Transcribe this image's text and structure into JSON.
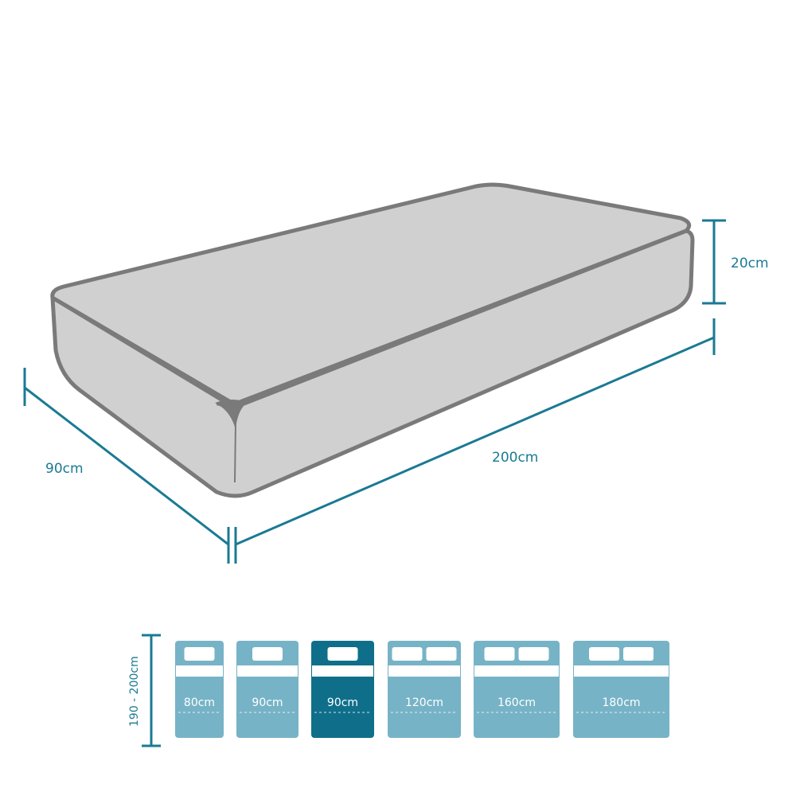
{
  "dimensions": {
    "height_label": "20cm",
    "length_label": "200cm",
    "width_label": "90cm"
  },
  "size_guide": {
    "length_range_label": "190 - 200cm",
    "sizes": [
      {
        "label": "80cm",
        "pillows": 1,
        "selected": false
      },
      {
        "label": "90cm",
        "pillows": 1,
        "selected": false
      },
      {
        "label": "90cm",
        "pillows": 1,
        "selected": true
      },
      {
        "label": "120cm",
        "pillows": 2,
        "selected": false
      },
      {
        "label": "160cm",
        "pillows": 2,
        "selected": false
      },
      {
        "label": "180cm",
        "pillows": 2,
        "selected": false
      }
    ]
  },
  "colors": {
    "accent": "#1a7a93",
    "bed_default": "#77b3c6",
    "bed_selected": "#0f6f8a",
    "mattress_fill": "#d0d0d0",
    "mattress_outline": "#7a7a7a"
  }
}
